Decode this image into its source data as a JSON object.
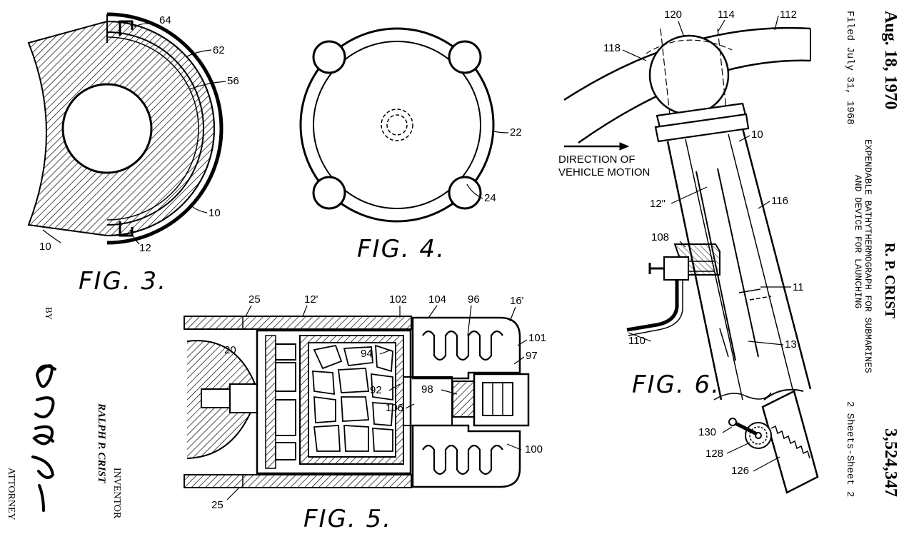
{
  "header": {
    "date": "Aug. 18, 1970",
    "inventor_short": "R. P. CRIST",
    "patent_number": "3,524,347",
    "filed": "Filed July 31, 1968",
    "title_line1": "EXPENDABLE BATHYTHERMOGRAPH FOR SUBMARINES",
    "title_line2": "AND DEVICE FOR LAUNCHING",
    "sheets": "2 Sheets-Sheet 2"
  },
  "signature_block": {
    "by": "BY",
    "inventor_name": "RALPH P. CRIST",
    "inventor_label": "INVENTOR",
    "attorney_label": "ATTORNEY",
    "signature": "C. E. Wedges"
  },
  "fig3": {
    "caption": "FIG. 3.",
    "labels": {
      "l64": "64",
      "l62": "62",
      "l56": "56",
      "l10a": "10",
      "l10b": "10",
      "l12": "12"
    }
  },
  "fig4": {
    "caption": "FIG. 4.",
    "labels": {
      "l22": "22",
      "l24": "24"
    }
  },
  "fig5": {
    "caption": "FIG. 5.",
    "labels": {
      "l25a": "25",
      "l12p": "12'",
      "l102": "102",
      "l104": "104",
      "l96": "96",
      "l16p": "16'",
      "l101": "101",
      "l20": "20",
      "l94": "94",
      "l97": "97",
      "l92": "92",
      "l98": "98",
      "l106": "106",
      "l100": "100",
      "l25b": "25"
    }
  },
  "fig6": {
    "caption": "FIG. 6.",
    "direction_line1": "DIRECTION OF",
    "direction_line2": "VEHICLE MOTION",
    "labels": {
      "l120": "120",
      "l114": "114",
      "l112": "112",
      "l118": "118",
      "l10": "10",
      "l12pp": "12\"",
      "l116": "116",
      "l108": "108",
      "l11": "11",
      "l110": "110",
      "l13": "13",
      "l130": "130",
      "l128": "128",
      "l126": "126"
    }
  }
}
